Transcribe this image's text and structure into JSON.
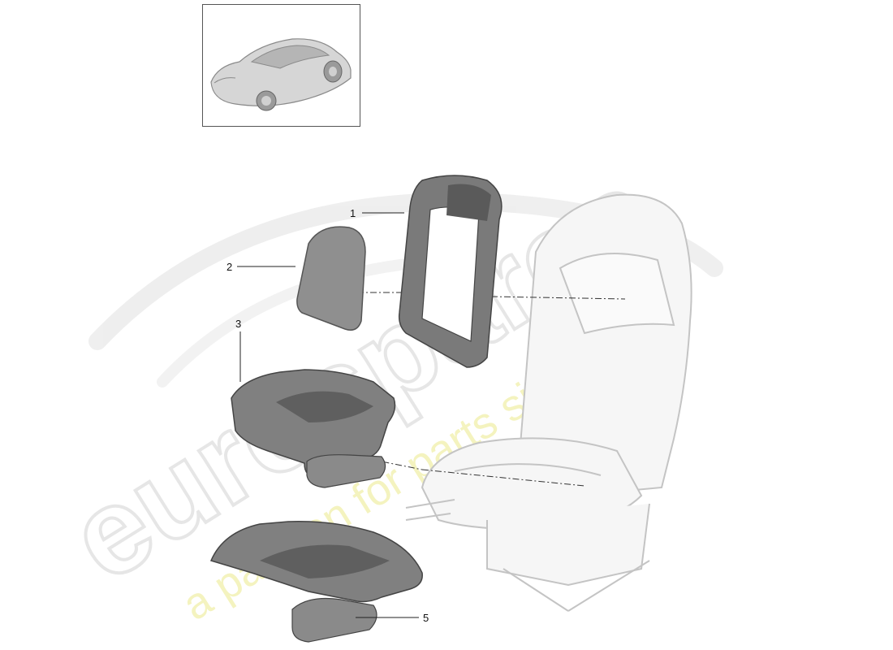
{
  "callouts": [
    {
      "id": "part-1",
      "label": "1"
    },
    {
      "id": "part-2",
      "label": "2"
    },
    {
      "id": "part-3",
      "label": "3"
    },
    {
      "id": "part-5",
      "label": "5"
    }
  ],
  "watermark": {
    "brand": "eurospares",
    "tagline": "a passion for parts since 1985"
  },
  "colors": {
    "part_fill": "#8a8a8a",
    "part_dark": "#5e5e5e",
    "seat_line": "#c9c9c9",
    "watermark_gray": "#e9e9e9",
    "watermark_yellow": "#f3f2b4"
  }
}
